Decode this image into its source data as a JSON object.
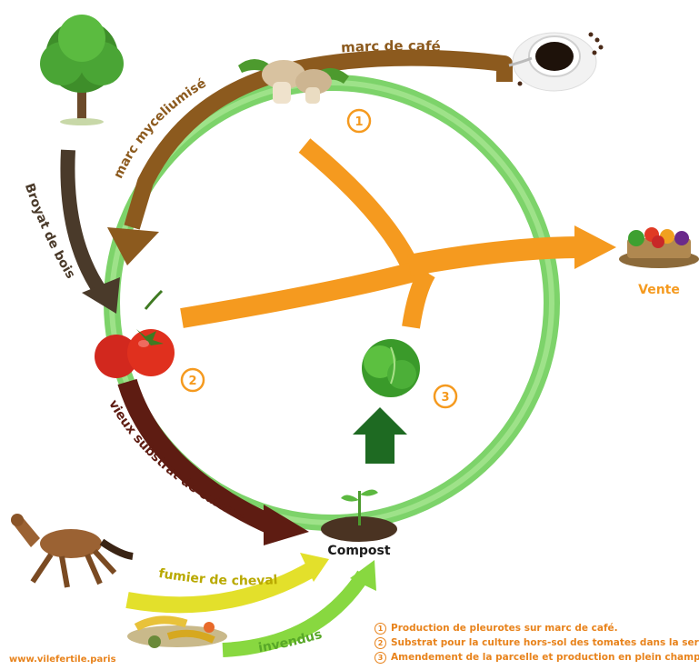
{
  "labels": {
    "marc_de_cafe": "marc de café",
    "marc_myceliumise": "marc myceliumisé",
    "broyat_de_bois": "Broyat de bois",
    "vieux_substrat": "vieux substrat de culture",
    "fumier_de_cheval": "fumier de cheval",
    "invendus": "invendus",
    "compost": "Compost",
    "vente": "Vente"
  },
  "step_markers": [
    "1",
    "2",
    "3"
  ],
  "legend": [
    {
      "num": "1",
      "text": "Production de pleurotes sur marc de café."
    },
    {
      "num": "2",
      "text": "Substrat pour la culture hors-sol des tomates dans la serre."
    },
    {
      "num": "3",
      "text": "Amendement de la parcelle et production en plein champ."
    }
  ],
  "footer": "www.vilefertile.paris",
  "colors": {
    "cycle_green": "#7dd36a",
    "orange": "#f59a1f",
    "brown": "#8c5a1e",
    "dark_brown": "#4a3a2a",
    "maroon": "#5e1c12",
    "yellow": "#e3e02b",
    "light_green": "#88d840",
    "dark_green": "#1e6a22"
  },
  "icons": [
    "tree-icon",
    "mushroom-icon",
    "coffee-cup-icon",
    "tomato-icon",
    "lettuce-icon",
    "vegetable-basket-icon",
    "horse-icon",
    "food-waste-icon",
    "seedling-icon"
  ]
}
